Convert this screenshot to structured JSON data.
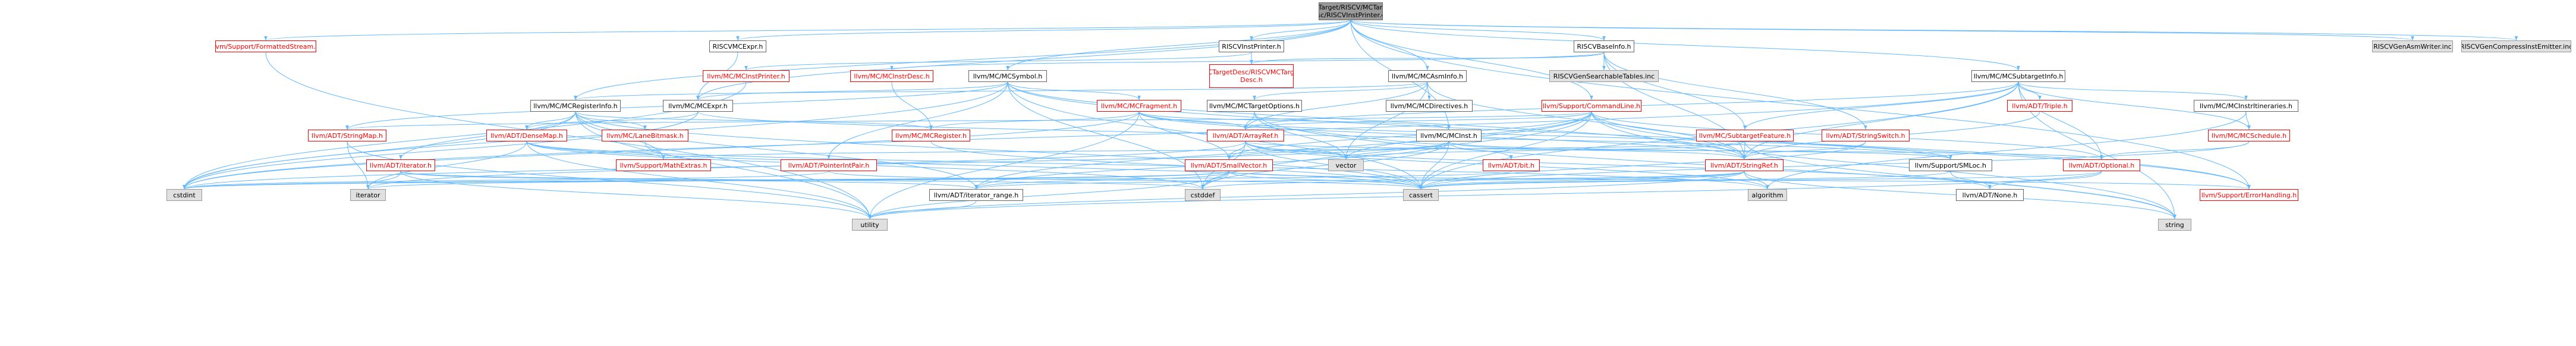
{
  "colors": {
    "edge": "#63b8ff",
    "red_node": "#ff0000",
    "gray_fill": "#e0e0e0",
    "root_fill": "#999999"
  },
  "nodes": {
    "root": {
      "line1": "lib/Target/RISCV/MCTarget",
      "line2": "Desc/RISCVInstPrinter.cpp",
      "style": "root"
    },
    "formatted_stream": {
      "label": "llvm/Support/FormattedStream.h",
      "style": "red"
    },
    "riscvmcexpr": {
      "label": "RISCVMCExpr.h",
      "style": "black"
    },
    "riscvinstprinter": {
      "label": "RISCVInstPrinter.h",
      "style": "black"
    },
    "riscvbaseinfo": {
      "label": "RISCVBaseInfo.h",
      "style": "black"
    },
    "mcsubtargetinfo": {
      "label": "llvm/MC/MCSubtargetInfo.h",
      "style": "black"
    },
    "asmwriter_inc": {
      "label": "RISCVGenAsmWriter.inc",
      "style": "gray"
    },
    "compress_inc": {
      "label": "RISCVGenCompressInstEmitter.inc",
      "style": "gray"
    },
    "mcinstprinter": {
      "label": "llvm/MC/MCInstPrinter.h",
      "style": "red"
    },
    "mcinstrdesc": {
      "label": "llvm/MC/MCInstrDesc.h",
      "style": "red"
    },
    "mcsymbol": {
      "label": "llvm/MC/MCSymbol.h",
      "style": "black"
    },
    "mctargetdesc": {
      "label": "MCTargetDesc/RISCVMCTarget Desc.h",
      "style": "red"
    },
    "mcasminfo": {
      "label": "llvm/MC/MCAsmInfo.h",
      "style": "black"
    },
    "searchable_tables": {
      "label": "RISCVGenSearchableTables.inc",
      "style": "gray"
    },
    "mcregisterinfo": {
      "label": "llvm/MC/MCRegisterInfo.h",
      "style": "black"
    },
    "mcexpr": {
      "label": "llvm/MC/MCExpr.h",
      "style": "black"
    },
    "mcfragment": {
      "label": "llvm/MC/MCFragment.h",
      "style": "red"
    },
    "mctargetoptions": {
      "label": "llvm/MC/MCTargetOptions.h",
      "style": "black"
    },
    "mcdirectives": {
      "label": "llvm/MC/MCDirectives.h",
      "style": "black"
    },
    "commandline": {
      "label": "llvm/Support/CommandLine.h",
      "style": "red"
    },
    "adt_triple": {
      "label": "llvm/ADT/Triple.h",
      "style": "red"
    },
    "mcinstrit": {
      "label": "llvm/MC/MCInstrItineraries.h",
      "style": "black"
    },
    "stringmap": {
      "label": "llvm/ADT/StringMap.h",
      "style": "red"
    },
    "densemap": {
      "label": "llvm/ADT/DenseMap.h",
      "style": "red"
    },
    "lanebitmask": {
      "label": "llvm/MC/LaneBitmask.h",
      "style": "red"
    },
    "mcregister": {
      "label": "llvm/MC/MCRegister.h",
      "style": "red"
    },
    "arrayref": {
      "label": "llvm/ADT/ArrayRef.h",
      "style": "red"
    },
    "mcinst": {
      "label": "llvm/MC/MCInst.h",
      "style": "black"
    },
    "subtargetfeature": {
      "label": "llvm/MC/SubtargetFeature.h",
      "style": "red"
    },
    "stringswitch": {
      "label": "llvm/ADT/StringSwitch.h",
      "style": "red"
    },
    "mcschedule": {
      "label": "llvm/MC/MCSchedule.h",
      "style": "red"
    },
    "iterator_h": {
      "label": "llvm/ADT/iterator.h",
      "style": "red"
    },
    "mathextras": {
      "label": "llvm/Support/MathExtras.h",
      "style": "red"
    },
    "pointerintpair": {
      "label": "llvm/ADT/PointerIntPair.h",
      "style": "red"
    },
    "smallvector": {
      "label": "llvm/ADT/SmallVector.h",
      "style": "red"
    },
    "vector": {
      "label": "vector",
      "style": "gray"
    },
    "bitfield": {
      "label": "llvm/ADT/bit.h",
      "style": "red"
    },
    "stringref": {
      "label": "llvm/ADT/StringRef.h",
      "style": "red"
    },
    "smloc": {
      "label": "llvm/Support/SMLoc.h",
      "style": "black"
    },
    "optional": {
      "label": "llvm/ADT/Optional.h",
      "style": "red"
    },
    "cstdint": {
      "label": "cstdint",
      "style": "gray"
    },
    "iterator_std": {
      "label": "iterator",
      "style": "gray"
    },
    "iterator_range": {
      "label": "llvm/ADT/iterator_range.h",
      "style": "black"
    },
    "cstddef": {
      "label": "cstddef",
      "style": "gray"
    },
    "cassert": {
      "label": "cassert",
      "style": "gray"
    },
    "algorithm": {
      "label": "algorithm",
      "style": "gray"
    },
    "adt_none": {
      "label": "llvm/ADT/None.h",
      "style": "black"
    },
    "errorhandling": {
      "label": "llvm/Support/ErrorHandling.h",
      "style": "red"
    },
    "utility": {
      "label": "utility",
      "style": "gray"
    },
    "string": {
      "label": "string",
      "style": "gray"
    }
  },
  "edges": [
    [
      "root",
      "formatted_stream"
    ],
    [
      "root",
      "riscvmcexpr"
    ],
    [
      "root",
      "riscvinstprinter"
    ],
    [
      "root",
      "riscvbaseinfo"
    ],
    [
      "root",
      "mcsubtargetinfo"
    ],
    [
      "root",
      "asmwriter_inc"
    ],
    [
      "root",
      "compress_inc"
    ],
    [
      "root",
      "mcasminfo"
    ],
    [
      "root",
      "mcexpr"
    ],
    [
      "root",
      "mcinst"
    ],
    [
      "root",
      "mcsymbol"
    ],
    [
      "root",
      "commandline"
    ],
    [
      "root",
      "mcregisterinfo"
    ],
    [
      "root",
      "errorhandling"
    ],
    [
      "formatted_stream",
      "utility"
    ],
    [
      "riscvmcexpr",
      "mcexpr"
    ],
    [
      "riscvinstprinter",
      "mctargetdesc"
    ],
    [
      "riscvinstprinter",
      "mcinstprinter"
    ],
    [
      "riscvbaseinfo",
      "mctargetdesc"
    ],
    [
      "riscvbaseinfo",
      "searchable_tables"
    ],
    [
      "riscvbaseinfo",
      "stringswitch"
    ],
    [
      "riscvbaseinfo",
      "subtargetfeature"
    ],
    [
      "riscvbaseinfo",
      "stringref"
    ],
    [
      "riscvbaseinfo",
      "mcinstrdesc"
    ],
    [
      "mcsubtargetinfo",
      "adt_triple"
    ],
    [
      "mcsubtargetinfo",
      "mcinstrit"
    ],
    [
      "mcsubtargetinfo",
      "mcschedule"
    ],
    [
      "mcsubtargetinfo",
      "subtargetfeature"
    ],
    [
      "mcsubtargetinfo",
      "arrayref"
    ],
    [
      "mcsubtargetinfo",
      "stringref"
    ],
    [
      "mcsubtargetinfo",
      "cassert"
    ],
    [
      "mcsubtargetinfo",
      "cstdint"
    ],
    [
      "mcsubtargetinfo",
      "string"
    ],
    [
      "mcsubtargetinfo",
      "optional"
    ],
    [
      "mcinstprinter",
      "cstdint"
    ],
    [
      "mcinstrdesc",
      "mcregister"
    ],
    [
      "mcsymbol",
      "mcexpr"
    ],
    [
      "mcsymbol",
      "mcfragment"
    ],
    [
      "mcsymbol",
      "stringmap"
    ],
    [
      "mcsymbol",
      "pointerintpair"
    ],
    [
      "mcsymbol",
      "stringref"
    ],
    [
      "mcsymbol",
      "cassert"
    ],
    [
      "mcsymbol",
      "cstddef"
    ],
    [
      "mcsymbol",
      "cstdint"
    ],
    [
      "mcsymbol",
      "errorhandling"
    ],
    [
      "mcasminfo",
      "mctargetoptions"
    ],
    [
      "mcasminfo",
      "mcdirectives"
    ],
    [
      "mcasminfo",
      "stringref"
    ],
    [
      "mcasminfo",
      "vector"
    ],
    [
      "mcasminfo",
      "arrayref"
    ],
    [
      "mcasminfo",
      "mcregisterinfo"
    ],
    [
      "mcregisterinfo",
      "densemap"
    ],
    [
      "mcregisterinfo",
      "lanebitmask"
    ],
    [
      "mcregisterinfo",
      "mcregister"
    ],
    [
      "mcregisterinfo",
      "iterator_h"
    ],
    [
      "mcregisterinfo",
      "iterator_range"
    ],
    [
      "mcregisterinfo",
      "cassert"
    ],
    [
      "mcregisterinfo",
      "cstdint"
    ],
    [
      "mcregisterinfo",
      "utility"
    ],
    [
      "mcregisterinfo",
      "mathextras"
    ],
    [
      "mcexpr",
      "smloc"
    ],
    [
      "mcexpr",
      "cstdint"
    ],
    [
      "mcexpr",
      "densemap"
    ],
    [
      "mcfragment",
      "arrayref"
    ],
    [
      "mcfragment",
      "smallvector"
    ],
    [
      "mcfragment",
      "mcinst"
    ],
    [
      "mcfragment",
      "stringref"
    ],
    [
      "mcfragment",
      "smloc"
    ],
    [
      "mcfragment",
      "cstdint"
    ],
    [
      "mcfragment",
      "utility"
    ],
    [
      "mcfragment",
      "mcregister"
    ],
    [
      "mctargetoptions",
      "arrayref"
    ],
    [
      "mctargetoptions",
      "string"
    ],
    [
      "mctargetoptions",
      "vector"
    ],
    [
      "commandline",
      "arrayref"
    ],
    [
      "commandline",
      "smallvector"
    ],
    [
      "commandline",
      "stringmap"
    ],
    [
      "commandline",
      "stringref"
    ],
    [
      "commandline",
      "errorhandling"
    ],
    [
      "commandline",
      "string"
    ],
    [
      "commandline",
      "vector"
    ],
    [
      "commandline",
      "cassert"
    ],
    [
      "commandline",
      "cstddef"
    ],
    [
      "commandline",
      "iterator_range"
    ],
    [
      "commandline",
      "optional"
    ],
    [
      "adt_triple",
      "stringref"
    ],
    [
      "mcinstrit",
      "mcschedule"
    ],
    [
      "mcinstrit",
      "algorithm"
    ],
    [
      "stringmap",
      "utility"
    ],
    [
      "stringmap",
      "iterator_std"
    ],
    [
      "densemap",
      "iterator_std"
    ],
    [
      "densemap",
      "utility"
    ],
    [
      "densemap",
      "algorithm"
    ],
    [
      "densemap",
      "cstddef"
    ],
    [
      "densemap",
      "cassert"
    ],
    [
      "densemap",
      "mathextras"
    ],
    [
      "lanebitmask",
      "mathextras"
    ],
    [
      "mcregister",
      "cassert"
    ],
    [
      "arrayref",
      "smallvector"
    ],
    [
      "arrayref",
      "vector"
    ],
    [
      "arrayref",
      "algorithm"
    ],
    [
      "arrayref",
      "cstddef"
    ],
    [
      "arrayref",
      "iterator_std"
    ],
    [
      "arrayref",
      "cassert"
    ],
    [
      "arrayref",
      "adt_none"
    ],
    [
      "arrayref",
      "optional"
    ],
    [
      "mcinst",
      "smallvector"
    ],
    [
      "mcinst",
      "stringref"
    ],
    [
      "mcinst",
      "bitfield"
    ],
    [
      "mcinst",
      "smloc"
    ],
    [
      "mcinst",
      "cassert"
    ],
    [
      "mcinst",
      "cstddef"
    ],
    [
      "mcinst",
      "cstdint"
    ],
    [
      "mcinst",
      "iterator_range"
    ],
    [
      "mcinst",
      "arrayref"
    ],
    [
      "subtargetfeature",
      "stringref"
    ],
    [
      "subtargetfeature",
      "vector"
    ],
    [
      "subtargetfeature",
      "string"
    ],
    [
      "subtargetfeature",
      "mathextras"
    ],
    [
      "stringswitch",
      "stringref"
    ],
    [
      "stringswitch",
      "cassert"
    ],
    [
      "stringswitch",
      "cstring_none_placeholder"
    ],
    [
      "mcschedule",
      "optional"
    ],
    [
      "mcschedule",
      "cassert"
    ],
    [
      "iterator_h",
      "iterator_std"
    ],
    [
      "iterator_h",
      "iterator_range"
    ],
    [
      "iterator_h",
      "cstddef"
    ],
    [
      "iterator_h",
      "utility"
    ],
    [
      "pointerintpair",
      "cassert"
    ],
    [
      "pointerintpair",
      "cstdint"
    ],
    [
      "smallvector",
      "cstddef"
    ],
    [
      "smallvector",
      "cassert"
    ],
    [
      "smallvector",
      "utility"
    ],
    [
      "smallvector",
      "iterator_std"
    ],
    [
      "smallvector",
      "errorhandling"
    ],
    [
      "smallvector",
      "iterator_range"
    ],
    [
      "smallvector",
      "cstdint"
    ],
    [
      "bitfield",
      "cstdint"
    ],
    [
      "stringref",
      "algorithm"
    ],
    [
      "stringref",
      "cassert"
    ],
    [
      "stringref",
      "cstddef"
    ],
    [
      "stringref",
      "string"
    ],
    [
      "stringref",
      "utility"
    ],
    [
      "stringref",
      "iterator_range"
    ],
    [
      "smloc",
      "adt_none"
    ],
    [
      "smloc",
      "cassert"
    ],
    [
      "optional",
      "adt_none"
    ],
    [
      "optional",
      "cassert"
    ],
    [
      "optional",
      "utility"
    ],
    [
      "iterator_range",
      "utility"
    ]
  ]
}
